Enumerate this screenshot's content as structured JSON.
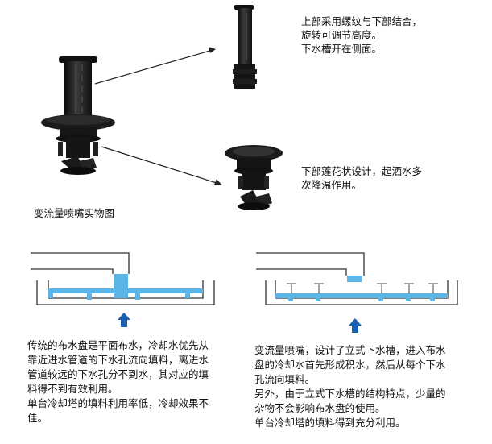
{
  "labels": {
    "top_right": [
      "上部采用螺纹与下部结合，",
      "旋转可调节高度。",
      "下水槽开在侧面。"
    ],
    "mid_right": [
      "下部莲花状设计，起洒水多",
      "次降温作用。"
    ],
    "photo_caption": "变流量喷嘴实物图"
  },
  "paragraphs": {
    "left": [
      "传统的布水盘是平面布水，冷却水优先从",
      "靠近进水管道的下水孔流向填料，离进水",
      "管道较远的下水孔分不到水，其对应的填",
      "料得不到有效利用。",
      "单台冷却塔的填料利用率低，冷却效果不",
      "佳。"
    ],
    "right": [
      "变流量喷嘴，设计了立式下水槽，进入布水",
      "盘的冷却水首先形成积水，然后从每个下水",
      "孔流向填料。",
      "另外，由于立式下水槽的结构特点，少量的",
      "杂物不会影响布水盘的使用。",
      "单台冷却塔的填料得到充分利用。"
    ]
  },
  "colors": {
    "water": "#5ab4e6",
    "arrow": "#1e5fae",
    "product": "#1a1a1a",
    "line": "#333333"
  }
}
